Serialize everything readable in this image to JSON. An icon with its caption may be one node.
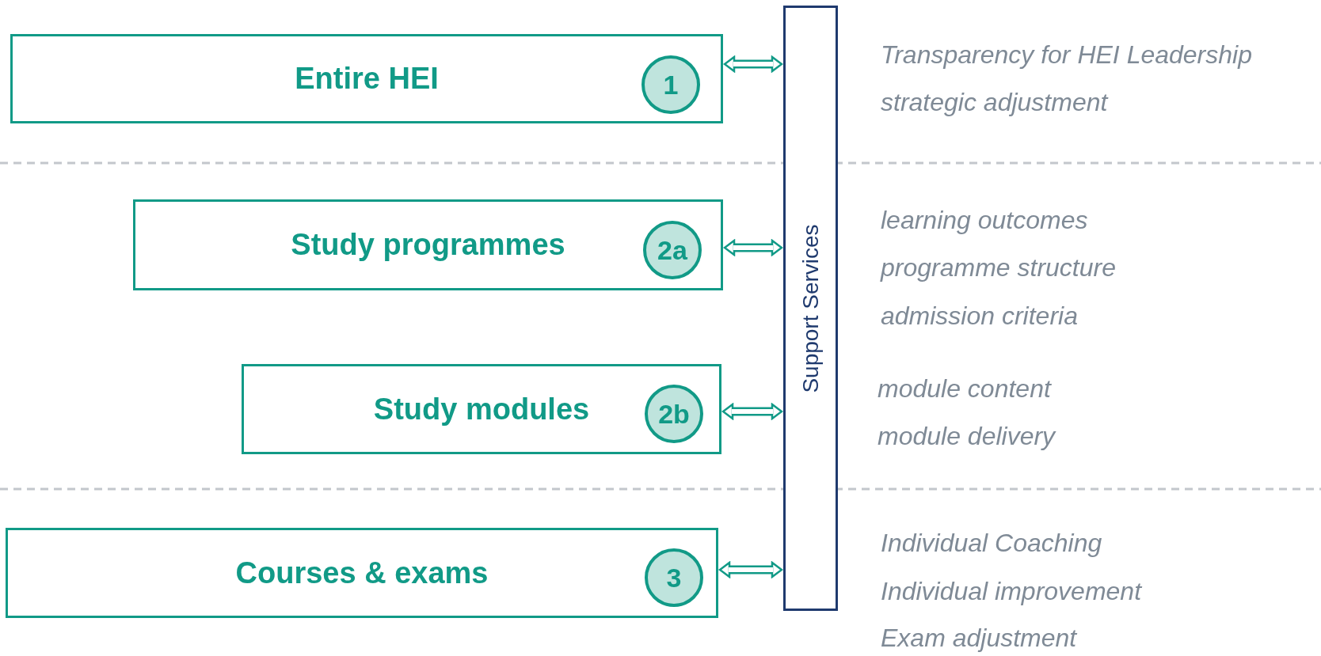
{
  "diagram": {
    "nodes": [
      {
        "text": [
          "Entire HEI"
        ]
      },
      {
        "text": [
          "1"
        ],
        "in": 0
      },
      {
        "text": [
          "Study programmes"
        ]
      },
      {
        "text": [
          "2a"
        ],
        "in": 2
      },
      {
        "text": [
          "Study modules"
        ]
      },
      {
        "text": [
          "2b"
        ],
        "in": 4
      },
      {
        "text": [
          "Courses & exams"
        ]
      },
      {
        "text": [
          "3"
        ],
        "in": 6
      },
      {
        "text": [
          "Support Services"
        ]
      }
    ],
    "edges": [
      {
        "from": 0,
        "to": 8,
        "arrow": "both"
      },
      {
        "from": 2,
        "to": 8,
        "arrow": "both"
      },
      {
        "from": 4,
        "to": 8,
        "arrow": "both"
      },
      {
        "from": 6,
        "to": 8,
        "arrow": "both"
      }
    ],
    "labels": [
      "Transparency for HEI Leadership",
      "strategic adjustment",
      "learning outcomes",
      "programme structure",
      "admission criteria",
      "module content",
      "module delivery",
      "Individual Coaching",
      "Individual improvement",
      "Exam adjustment"
    ]
  }
}
